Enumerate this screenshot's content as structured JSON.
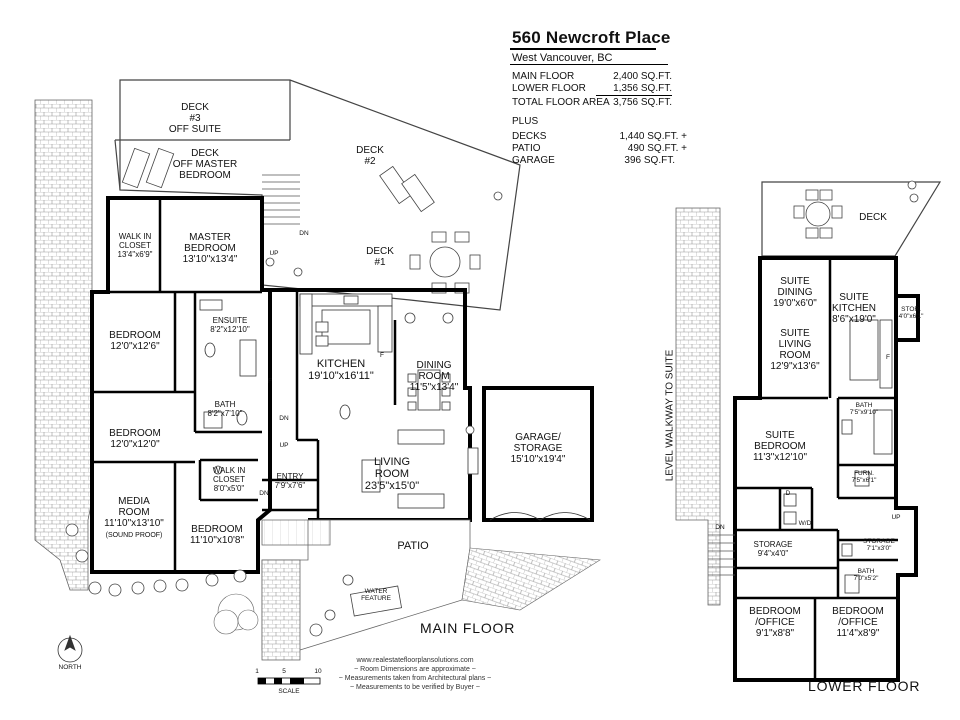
{
  "header": {
    "address": "560 Newcroft  Place",
    "city": "West Vancouver, BC",
    "areas": [
      {
        "label": "MAIN FLOOR",
        "value": "2,400 SQ.FT."
      },
      {
        "label": "LOWER  FLOOR",
        "value": "1,356 SQ.FT."
      },
      {
        "label": "TOTAL FLOOR AREA",
        "value": "3,756 SQ.FT."
      }
    ],
    "plus_label": "PLUS",
    "extras": [
      {
        "label": "DECKS",
        "value": "1,440 SQ.FT. +"
      },
      {
        "label": "PATIO",
        "value": "490 SQ.FT. +"
      },
      {
        "label": "GARAGE",
        "value": "396 SQ.FT."
      }
    ]
  },
  "main_floor": {
    "title": "MAIN FLOOR",
    "rooms": {
      "deck3": {
        "name": "DECK\n#3\nOFF SUITE"
      },
      "deck_master": {
        "name": "DECK\nOFF MASTER\nBEDROOM"
      },
      "deck2": {
        "name": "DECK\n#2"
      },
      "deck1": {
        "name": "DECK\n#1"
      },
      "walkin1": {
        "name": "WALK IN\nCLOSET",
        "dims": "13'4\"x6'9\""
      },
      "master": {
        "name": "MASTER\nBEDROOM",
        "dims": "13'10\"x13'4\""
      },
      "bedroom1": {
        "name": "BEDROOM",
        "dims": "12'0\"x12'6\""
      },
      "ensuite": {
        "name": "ENSUITE",
        "dims": "8'2\"x12'10\""
      },
      "bath": {
        "name": "BATH",
        "dims": "8'2\"x7'10\""
      },
      "kitchen": {
        "name": "KITCHEN",
        "dims": "19'10\"x16'11\""
      },
      "dining": {
        "name": "DINING\nROOM",
        "dims": "11'5\"x13'4\""
      },
      "bedroom2": {
        "name": "BEDROOM",
        "dims": "12'0\"x12'0\""
      },
      "walkin2": {
        "name": "WALK IN\nCLOSET",
        "dims": "8'0\"x5'0\""
      },
      "entry": {
        "name": "ENTRY",
        "dims": "7'9\"x7'6\""
      },
      "living": {
        "name": "LIVING\nROOM",
        "dims": "23'5\"x15'0\""
      },
      "garage": {
        "name": "GARAGE/\nSTORAGE",
        "dims": "15'10\"x19'4\""
      },
      "media": {
        "name": "MEDIA\nROOM",
        "dims": "11'10\"x13'10\"",
        "note": "(SOUND PROOF)"
      },
      "bedroom3": {
        "name": "BEDROOM",
        "dims": "11'10\"x10'8\""
      },
      "patio": {
        "name": "PATIO"
      },
      "water": {
        "name": "WATER\nFEATURE"
      }
    },
    "marks": {
      "up1": "UP",
      "dn1": "DN",
      "dn2": "DN",
      "up2": "UP",
      "dn3": "DN",
      "f1": "F",
      "f2": "F"
    }
  },
  "lower_floor": {
    "title": "LOWER FLOOR",
    "walkway": "LEVEL WALKWAY TO SUITE",
    "rooms": {
      "deck": {
        "name": "DECK"
      },
      "dining": {
        "name": "SUITE\nDINING",
        "dims": "19'0\"x6'0\""
      },
      "kitchen": {
        "name": "SUITE\nKITCHEN",
        "dims": "8'6\"x19'0\""
      },
      "stor": {
        "name": "STOR.",
        "dims": "4'0\"x6'1\""
      },
      "living": {
        "name": "SUITE\nLIVING\nROOM",
        "dims": "12'9\"x13'6\""
      },
      "bath1": {
        "name": "BATH",
        "dims": "7'5\"x9'10\""
      },
      "bedroom": {
        "name": "SUITE\nBEDROOM",
        "dims": "11'3\"x12'10\""
      },
      "furn": {
        "name": "FURN.",
        "dims": "7'5\"x6'1\""
      },
      "storage1": {
        "name": "STORAGE",
        "dims": "9'4\"x4'0\""
      },
      "storage2": {
        "name": "STORAGE",
        "dims": "7'1\"x3'0\""
      },
      "bath2": {
        "name": "BATH",
        "dims": "7'0\"x5'2\""
      },
      "office1": {
        "name": "BEDROOM\n/OFFICE",
        "dims": "9'1\"x8'8\""
      },
      "office2": {
        "name": "BEDROOM\n/OFFICE",
        "dims": "11'4\"x8'9\""
      }
    },
    "marks": {
      "dn": "DN",
      "up": "UP",
      "wd": "W/D",
      "d": "D",
      "f": "F"
    }
  },
  "legend": {
    "north": "NORTH",
    "scale_label": "SCALE",
    "scale_ticks": [
      "1",
      "5",
      "10"
    ]
  },
  "notes": [
    "www.realestatefloorplansolutions.com",
    "~ Room Dimensions are approximate ~",
    "~ Measurements taken from Architectural plans ~",
    "~ Measurements to be verified by Buyer ~"
  ]
}
